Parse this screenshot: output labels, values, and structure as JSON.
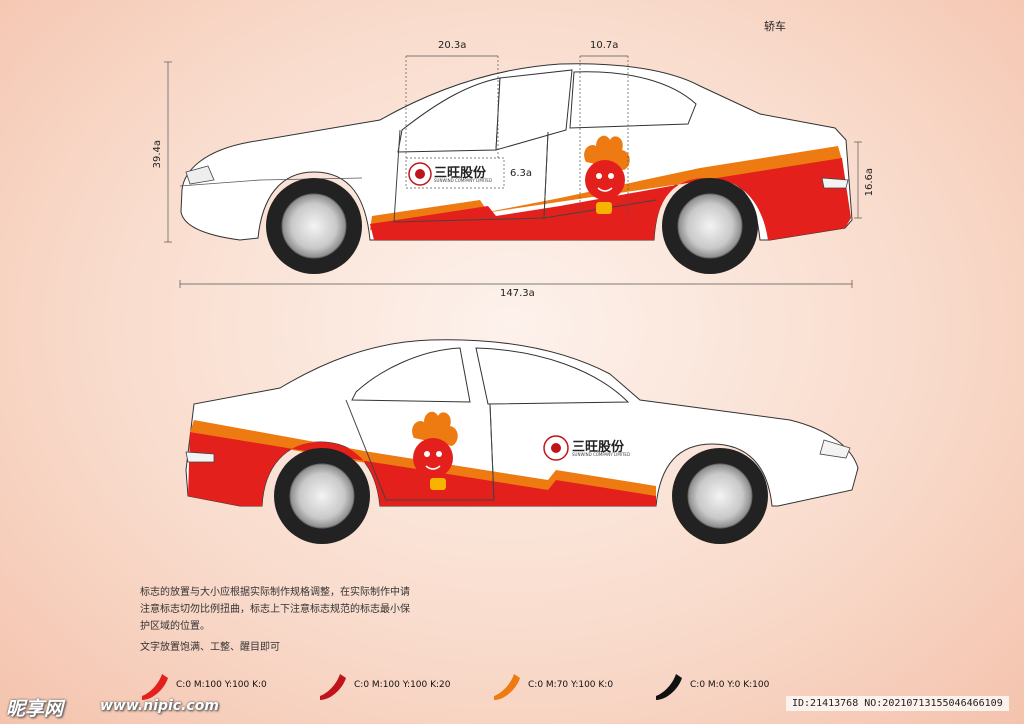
{
  "header": {
    "title": "轿车"
  },
  "dimensions": {
    "height_total": "39.4a",
    "width_total": "147.3a",
    "logo_width": "20.3a",
    "mascot_width": "10.7a",
    "logo_height": "6.3a",
    "stripe_height": "16.6a"
  },
  "brand": {
    "name": "三旺股份",
    "sub": "SUNWIND COMPANY LIMITED"
  },
  "notes": {
    "lines": [
      "标志的放置与大小应根据实际制作规格调整，在实际制作中请",
      "注意标志切勿比例扭曲，标志上下注意标志规范的标志最小保",
      "护区域的位置。"
    ],
    "line2": "文字放置饱满、工整、醒目即可"
  },
  "swatches": [
    {
      "label": "C:0 M:100 Y:100 K:0",
      "color": "#e3201c"
    },
    {
      "label": "C:0 M:100 Y:100 K:20",
      "color": "#c0141a"
    },
    {
      "label": "C:0 M:70 Y:100 K:0",
      "color": "#ee7b12"
    },
    {
      "label": "C:0 M:0 Y:0 K:100",
      "color": "#111111"
    }
  ],
  "watermark": {
    "logo": "昵享网",
    "site": "www.nipic.com",
    "id": "ID:21413768 NO:20210713155046466109"
  },
  "colors": {
    "red": "#e3201c",
    "dark_red": "#c0141a",
    "orange": "#ee7b12",
    "body": "#ffffff"
  }
}
